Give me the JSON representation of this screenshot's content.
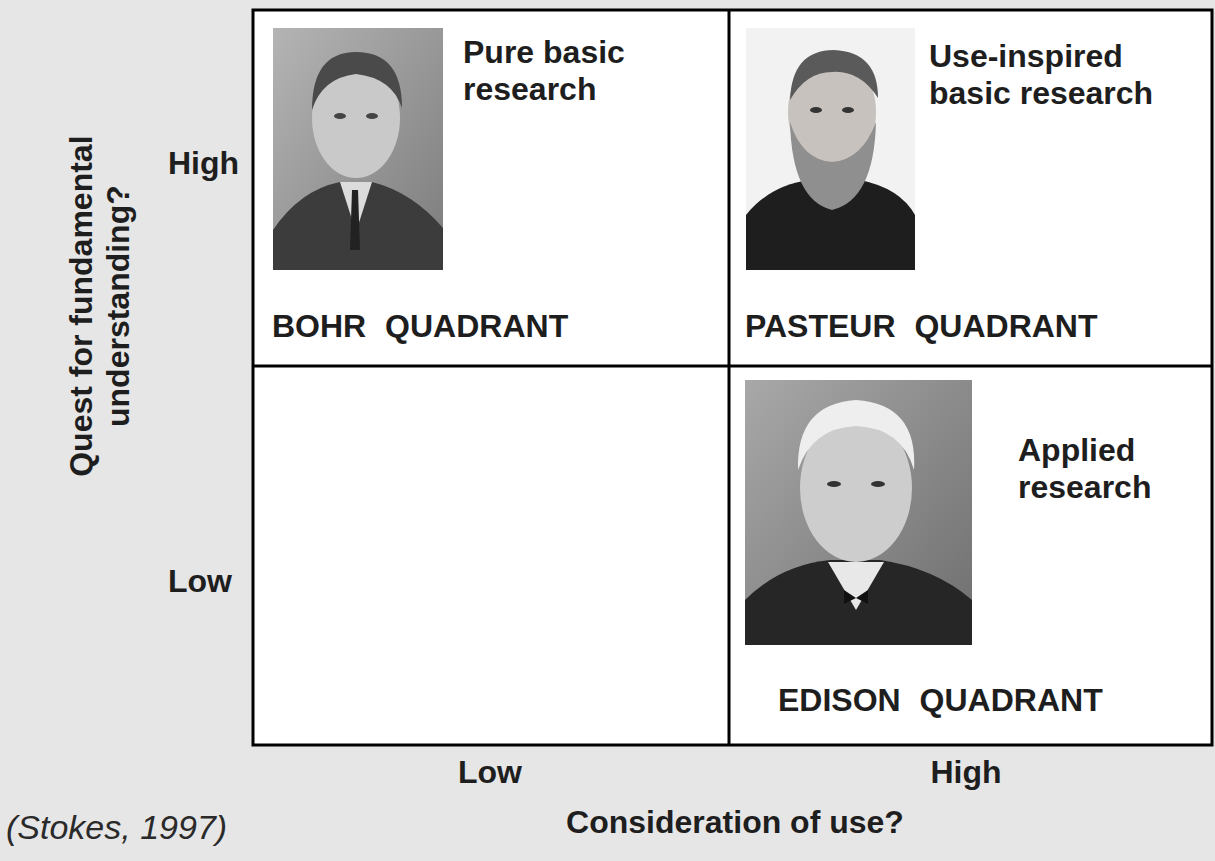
{
  "diagram": {
    "nodes": [
      {
        "text": [
          "Pure basic research",
          "BOHR QUADRANT"
        ]
      },
      {
        "text": [
          "Use-inspired basic research",
          "PASTEUR QUADRANT"
        ]
      },
      {
        "text": [
          "Applied research",
          "EDISON QUADRANT"
        ]
      }
    ],
    "labels": [
      "Quest for fundamental understanding?",
      "High",
      "Low",
      "Low",
      "High",
      "Consideration of use?",
      "(Stokes, 1997)"
    ]
  }
}
